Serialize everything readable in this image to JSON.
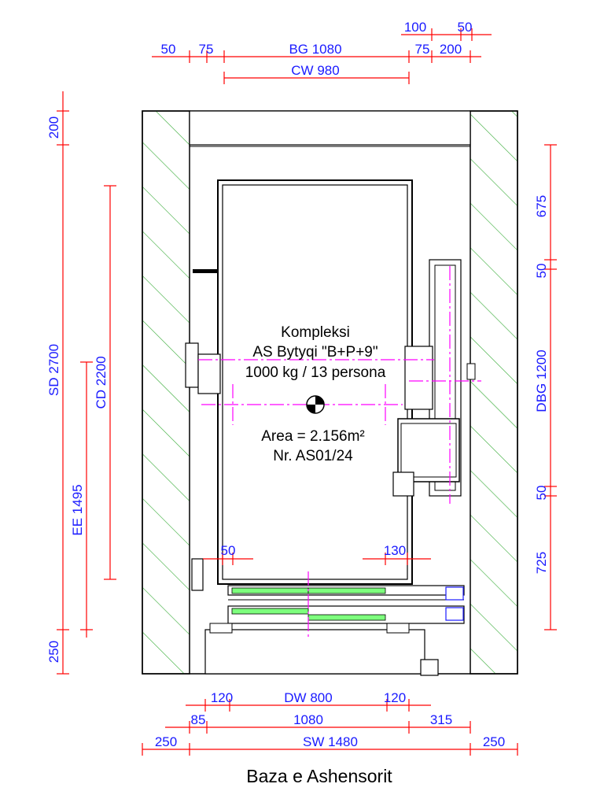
{
  "colors": {
    "dimension": "#1a1aff",
    "dimension_line": "#ff0000",
    "centerline": "#ff00ff",
    "hatch": "#33aa33",
    "door_panel": "#7dff7d",
    "outline": "#000000"
  },
  "top_dims": {
    "d50_left": "50",
    "d75_left": "75",
    "bg": "BG  1080",
    "d75_right": "75",
    "d200": "200",
    "d100": "100",
    "d50_right": "50",
    "cw": "CW 980"
  },
  "left_dims": {
    "d200": "200",
    "sd": "SD 2700",
    "cd": "CD 2200",
    "ee": "EE 1495",
    "d250": "250"
  },
  "right_dims": {
    "d675": "675",
    "d50_top": "50",
    "dbg": "DBG 1200",
    "d50_bottom": "50",
    "d725": "725"
  },
  "inner_dims": {
    "d50": "50",
    "d130": "130"
  },
  "bottom_dims": {
    "d120_left": "120",
    "dw": "DW 800",
    "d120_right": "120",
    "d85": "85",
    "d1080": "1080",
    "d315": "315",
    "d250_left": "250",
    "sw": "SW 1480",
    "d250_right": "250"
  },
  "car_label": {
    "line1": "Kompleksi",
    "line2": "AS Bytyqi \"B+P+9\"",
    "line3": "1000 kg  / 13 persona",
    "area": "Area = 2.156m²",
    "number": "Nr. AS01/24"
  },
  "title": "Baza e Ashensorit"
}
